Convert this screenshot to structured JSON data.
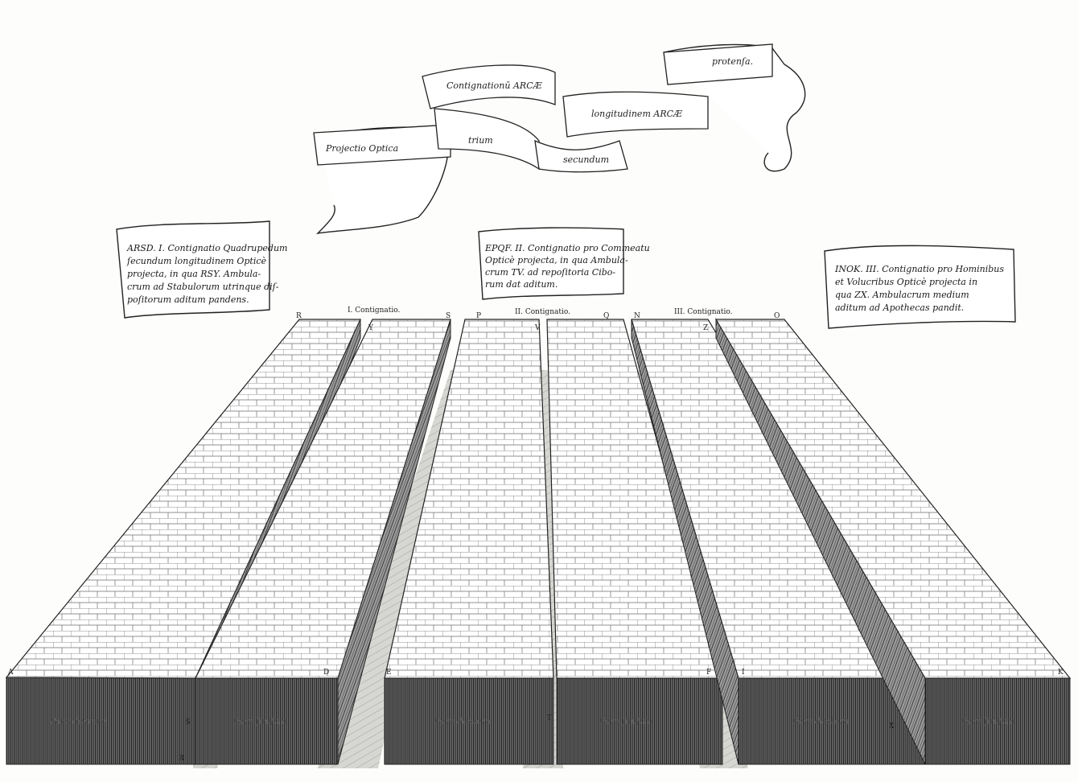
{
  "banner": {
    "segments": [
      "Projectio Optica",
      "Contignationū ARCÆ",
      "trium",
      "secundum",
      "longitudinem ARCÆ",
      "protenſa."
    ]
  },
  "scrolls": {
    "first": [
      "ARSD. I. Contignatio Quadrupedum",
      "ſecundum longitudinem Opticè",
      "projecta, in qua RSY. Ambula-",
      "crum ad Stabulorum utrinque diſ-",
      "poſitorum aditum pandens."
    ],
    "second": [
      "EPQF. II. Contignatio pro Commeatu",
      "Opticè projecta, in qua Ambula-",
      "crum TV. ad repoſitoria Cibo-",
      "rum dat aditum."
    ],
    "third": [
      "INOK. III. Contignatio pro Hominibus",
      "et Volucribus Opticè projecta in",
      "qua ZX. Ambulacrum medium",
      "aditum ad Apothecas pandit."
    ]
  },
  "decks": {
    "first": "I. Contignatio.",
    "second": "II. Contignatio.",
    "third": "III. Contignatio."
  },
  "letters": [
    "R",
    "S",
    "P",
    "Q",
    "N",
    "O",
    "Y",
    "V",
    "Z",
    "A",
    "D",
    "E",
    "F",
    "I",
    "K",
    "T",
    "X",
    "R",
    "S"
  ],
  "sides": [
    "Pars dextera",
    "Pars ſiniſtra",
    "Pars dextera",
    "Pars ſiniſtra",
    "Pars dextera",
    "Pars ſiniſtra"
  ]
}
